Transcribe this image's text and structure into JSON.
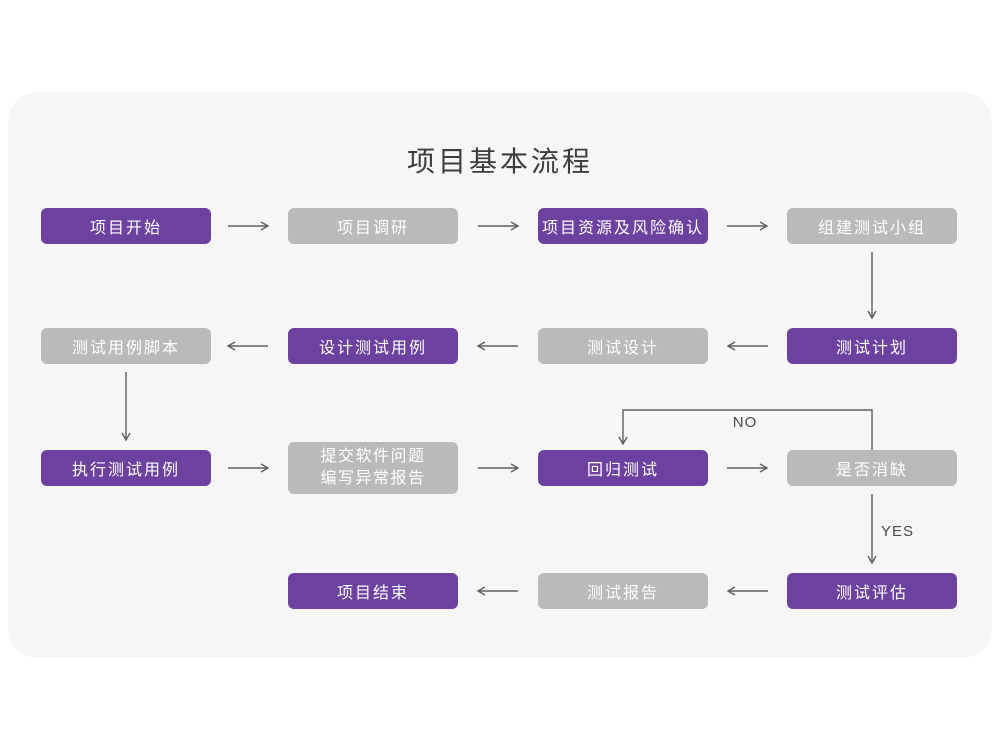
{
  "title": "项目基本流程",
  "colors": {
    "page_bg": "#ffffff",
    "card_bg": "#f6f6f6",
    "purple": "#6c419f",
    "gray": "#bababa",
    "box_text": "#ffffff",
    "arrow": "#606060",
    "title_text": "#3d3d3d",
    "edge_label_text": "#4b4b4b"
  },
  "nodes": [
    {
      "label": "项目开始",
      "variant": "purple"
    },
    {
      "label": "项目调研",
      "variant": "gray"
    },
    {
      "label": "项目资源及风险确认",
      "variant": "purple"
    },
    {
      "label": "组建测试小组",
      "variant": "gray"
    },
    {
      "label": "测试计划",
      "variant": "purple"
    },
    {
      "label": "测试设计",
      "variant": "gray"
    },
    {
      "label": "设计测试用例",
      "variant": "purple"
    },
    {
      "label": "测试用例脚本",
      "variant": "gray"
    },
    {
      "label": "执行测试用例",
      "variant": "purple"
    },
    {
      "label_lines": [
        "提交软件问题",
        "编写异常报告"
      ],
      "variant": "gray"
    },
    {
      "label": "回归测试",
      "variant": "purple"
    },
    {
      "label": "是否消缺",
      "variant": "gray"
    },
    {
      "label": "测试评估",
      "variant": "purple"
    },
    {
      "label": "测试报告",
      "variant": "gray"
    },
    {
      "label": "项目结束",
      "variant": "purple"
    }
  ],
  "edge_labels": {
    "no": "NO",
    "yes": "YES"
  }
}
